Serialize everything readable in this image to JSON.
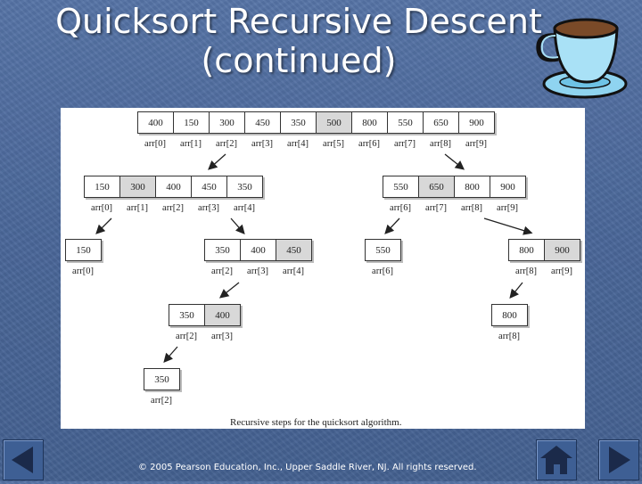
{
  "slide": {
    "title_line1": "Quicksort Recursive Descent",
    "title_line2": "(continued)",
    "footer": "© 2005 Pearson Education, Inc., Upper Saddle River, NJ.  All rights reserved."
  },
  "diagram": {
    "caption": "Recursive steps for the quicksort algorithm.",
    "level0": {
      "values": [
        "400",
        "150",
        "300",
        "450",
        "350",
        "500",
        "800",
        "550",
        "650",
        "900"
      ],
      "labels": [
        "arr[0]",
        "arr[1]",
        "arr[2]",
        "arr[3]",
        "arr[4]",
        "arr[5]",
        "arr[6]",
        "arr[7]",
        "arr[8]",
        "arr[9]"
      ]
    },
    "level1_left": {
      "values": [
        "150",
        "300",
        "400",
        "450",
        "350"
      ],
      "labels": [
        "arr[0]",
        "arr[1]",
        "arr[2]",
        "arr[3]",
        "arr[4]"
      ]
    },
    "level1_right": {
      "values": [
        "550",
        "650",
        "800",
        "900"
      ],
      "labels": [
        "arr[6]",
        "arr[7]",
        "arr[8]",
        "arr[9]"
      ]
    },
    "level2_a": {
      "values": [
        "150"
      ],
      "labels": [
        "arr[0]"
      ]
    },
    "level2_b": {
      "values": [
        "350",
        "400",
        "450"
      ],
      "labels": [
        "arr[2]",
        "arr[3]",
        "arr[4]"
      ]
    },
    "level2_c": {
      "values": [
        "550"
      ],
      "labels": [
        "arr[6]"
      ]
    },
    "level2_d": {
      "values": [
        "800",
        "900"
      ],
      "labels": [
        "arr[8]",
        "arr[9]"
      ]
    },
    "level3_a": {
      "values": [
        "350",
        "400"
      ],
      "labels": [
        "arr[2]",
        "arr[3]"
      ]
    },
    "level3_b": {
      "values": [
        "800"
      ],
      "labels": [
        "arr[8]"
      ]
    },
    "level4_a": {
      "values": [
        "350"
      ],
      "labels": [
        "arr[2]"
      ]
    }
  },
  "nav": {
    "prev_icon": "triangle-left-icon",
    "home_icon": "home-icon",
    "next_icon": "triangle-right-icon"
  },
  "colors": {
    "background": "#4e6a9c",
    "nav_button": "#3e5f94",
    "nav_glyph": "#1b2a4a",
    "pivot_shade": "#d8d8d8"
  }
}
